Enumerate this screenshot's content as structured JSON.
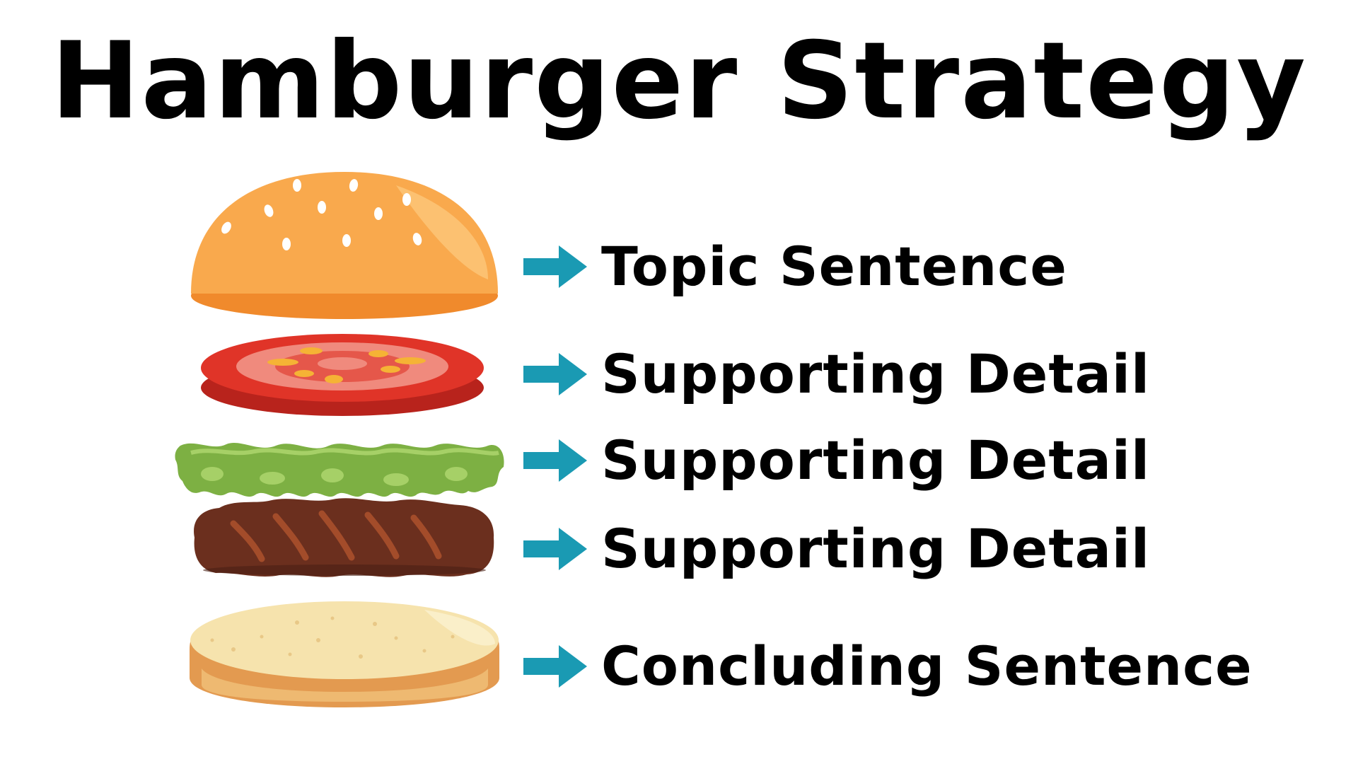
{
  "title": "Hamburger Strategy",
  "colors": {
    "arrow": "#1a9ab3",
    "text": "#000000",
    "bun_top": "#f9a94d",
    "tomato": "#e03428",
    "lettuce": "#7db043",
    "patty": "#6b2f1e",
    "bun_bottom": "#f6e3ad"
  },
  "layers": [
    {
      "ingredient": "top-bun",
      "label": "Topic Sentence"
    },
    {
      "ingredient": "tomato",
      "label": "Supporting Detail"
    },
    {
      "ingredient": "lettuce",
      "label": "Supporting Detail"
    },
    {
      "ingredient": "patty",
      "label": "Supporting Detail"
    },
    {
      "ingredient": "bottom-bun",
      "label": "Concluding Sentence"
    }
  ]
}
